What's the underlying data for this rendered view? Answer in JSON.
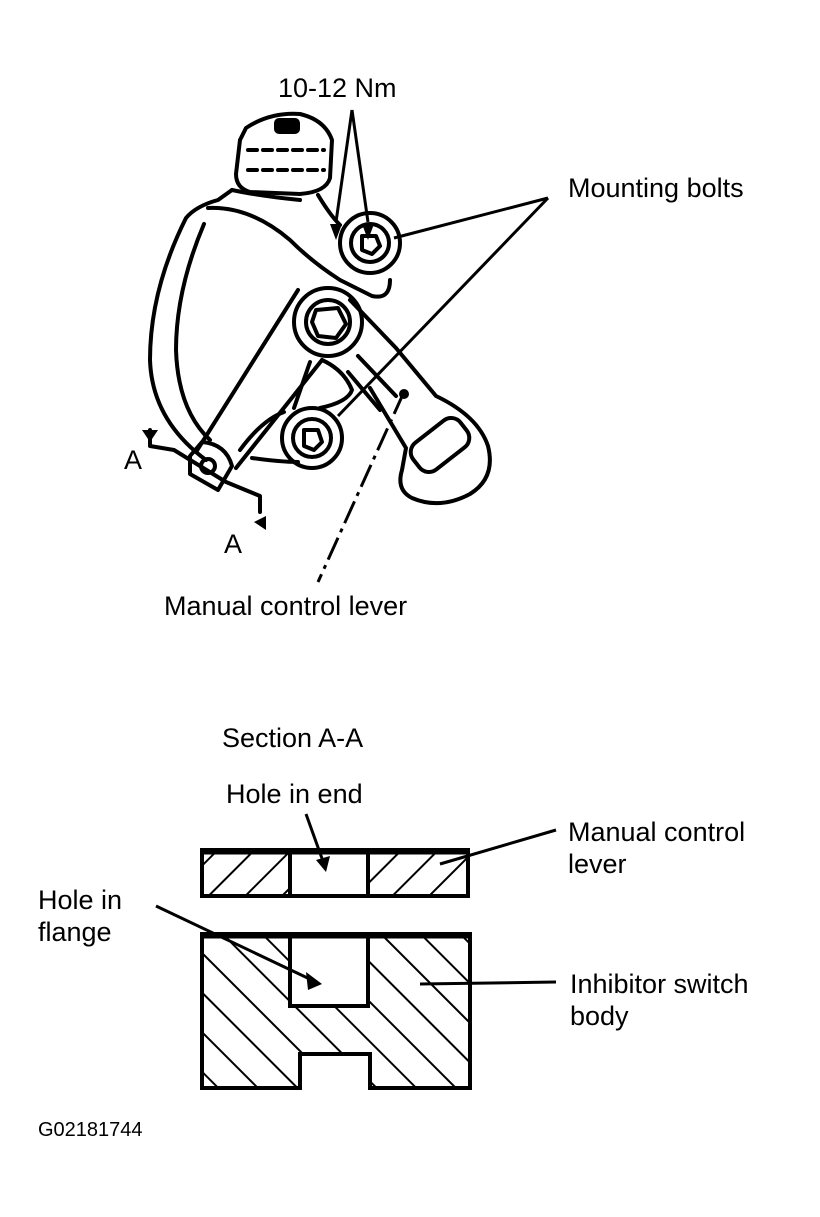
{
  "diagram": {
    "top_view": {
      "torque_label": "10-12 Nm",
      "mounting_bolts_label": "Mounting bolts",
      "manual_control_lever_label": "Manual control lever",
      "section_mark_upper": "A",
      "section_mark_lower": "A"
    },
    "section_view": {
      "title": "Section A-A",
      "hole_in_end_label": "Hole in end",
      "manual_control_lever_label": "Manual control\nlever",
      "hole_in_flange_label": "Hole in\nflange",
      "inhibitor_switch_body_label": "Inhibitor switch\nbody"
    },
    "figure_id": "G02181744"
  }
}
